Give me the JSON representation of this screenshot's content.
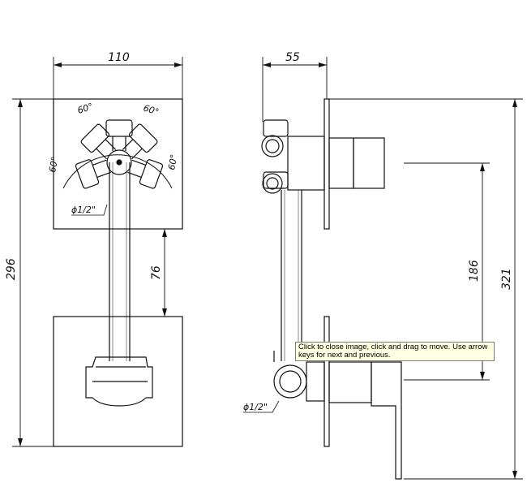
{
  "dimensions": {
    "front_width": "110",
    "side_width": "55",
    "front_height": "296",
    "gap_height": "76",
    "side_center": "186",
    "side_height": "321"
  },
  "angles": {
    "top_left": "60°",
    "top_right": "60°",
    "left": "60°",
    "right": "60°"
  },
  "thread_labels": {
    "front": "ϕ1/2\"",
    "side": "ϕ1/2\""
  },
  "tooltip": {
    "text": "Click to close image, click and drag to move. Use arrow keys for next and previous."
  }
}
